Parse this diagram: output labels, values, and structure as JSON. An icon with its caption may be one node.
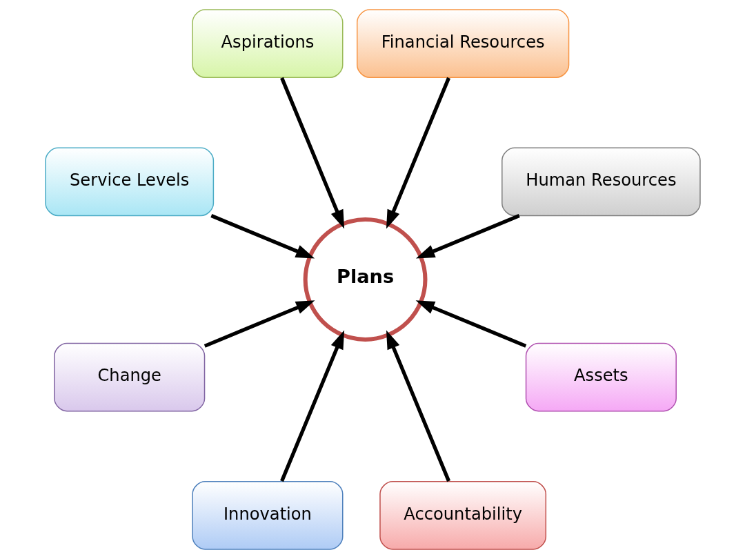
{
  "diagram": {
    "nodes": [
      {
        "text": [
          "Aspirations"
        ]
      },
      {
        "text": [
          "Service Levels"
        ]
      },
      {
        "text": [
          "Financial Resources"
        ]
      },
      {
        "text": [
          "Change"
        ]
      },
      {
        "text": [
          "Plans"
        ]
      },
      {
        "text": [
          "Human Resources"
        ]
      },
      {
        "text": [
          "Innovation"
        ]
      },
      {
        "text": [
          "Assets"
        ]
      },
      {
        "text": [
          "Accountability"
        ]
      }
    ],
    "edges": [
      {
        "from": 0,
        "to": 4,
        "arrow": "to"
      },
      {
        "from": 2,
        "to": 4,
        "arrow": "to"
      },
      {
        "from": 5,
        "to": 4,
        "arrow": "to"
      },
      {
        "from": 7,
        "to": 4,
        "arrow": "to"
      },
      {
        "from": 8,
        "to": 4,
        "arrow": "to"
      },
      {
        "from": 6,
        "to": 4,
        "arrow": "to"
      },
      {
        "from": 3,
        "to": 4,
        "arrow": "to"
      },
      {
        "from": 1,
        "to": 4,
        "arrow": "to"
      }
    ]
  }
}
